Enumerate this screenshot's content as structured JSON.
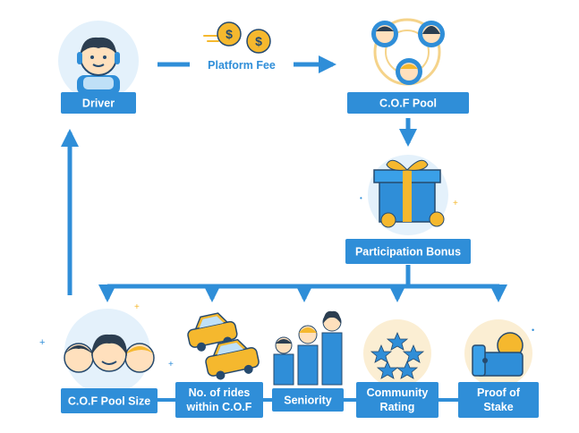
{
  "diagram": {
    "nodes": {
      "driver": "Driver",
      "platform_fee": "Platform Fee",
      "cof_pool": "C.O.F Pool",
      "participation_bonus": "Participation Bonus",
      "pool_size": "C.O.F Pool Size",
      "rides_line1": "No. of rides",
      "rides_line2": "within C.O.F",
      "seniority": "Seniority",
      "community_line1": "Community",
      "community_line2": "Rating",
      "stake_line1": "Proof of",
      "stake_line2": "Stake"
    },
    "icons": {
      "driver": "driver-avatar-icon",
      "coins": "dollar-coins-icon",
      "pool": "pool-members-icon",
      "gift": "gift-box-icon",
      "pool_size": "people-group-icon",
      "rides": "taxi-cars-icon",
      "seniority": "podium-people-icon",
      "community": "stars-rating-icon",
      "stake": "wallet-coin-icon"
    },
    "colors": {
      "box": "#2f8ed8",
      "arrow": "#2f8ed8",
      "coin": "#f5b82e",
      "halo": "#e4f1fb"
    }
  }
}
